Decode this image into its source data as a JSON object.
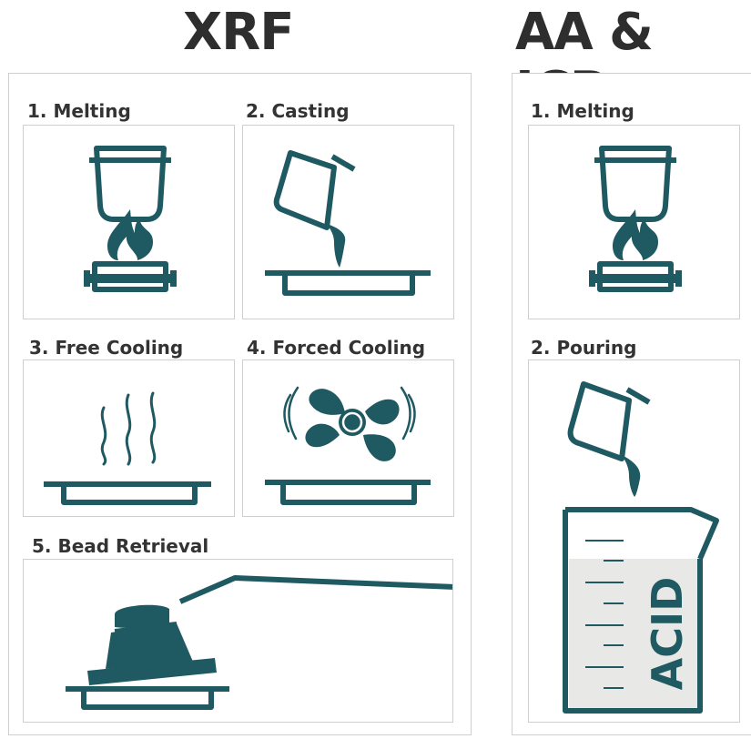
{
  "colors": {
    "teal": "#1f5961",
    "border": "#cfcfcf",
    "text": "#333333",
    "acid_fill": "#e8e9e7"
  },
  "xrf": {
    "title": "XRF",
    "steps": [
      {
        "label": "1.  Melting",
        "icon": "furnace-flame-icon"
      },
      {
        "label": "2.  Casting",
        "icon": "crucible-pouring-icon"
      },
      {
        "label": "3.  Free Cooling",
        "icon": "heat-waves-icon"
      },
      {
        "label": "4.  Forced Cooling",
        "icon": "fan-icon"
      },
      {
        "label": "5.  Bead Retrieval",
        "icon": "bead-lifter-icon"
      }
    ]
  },
  "aa_icp": {
    "title": "AA & ICP",
    "steps": [
      {
        "label": "1.  Melting",
        "icon": "furnace-flame-icon"
      },
      {
        "label": "2.  Pouring",
        "icon": "pour-into-beaker-icon"
      }
    ],
    "beaker_text": "ACID"
  }
}
